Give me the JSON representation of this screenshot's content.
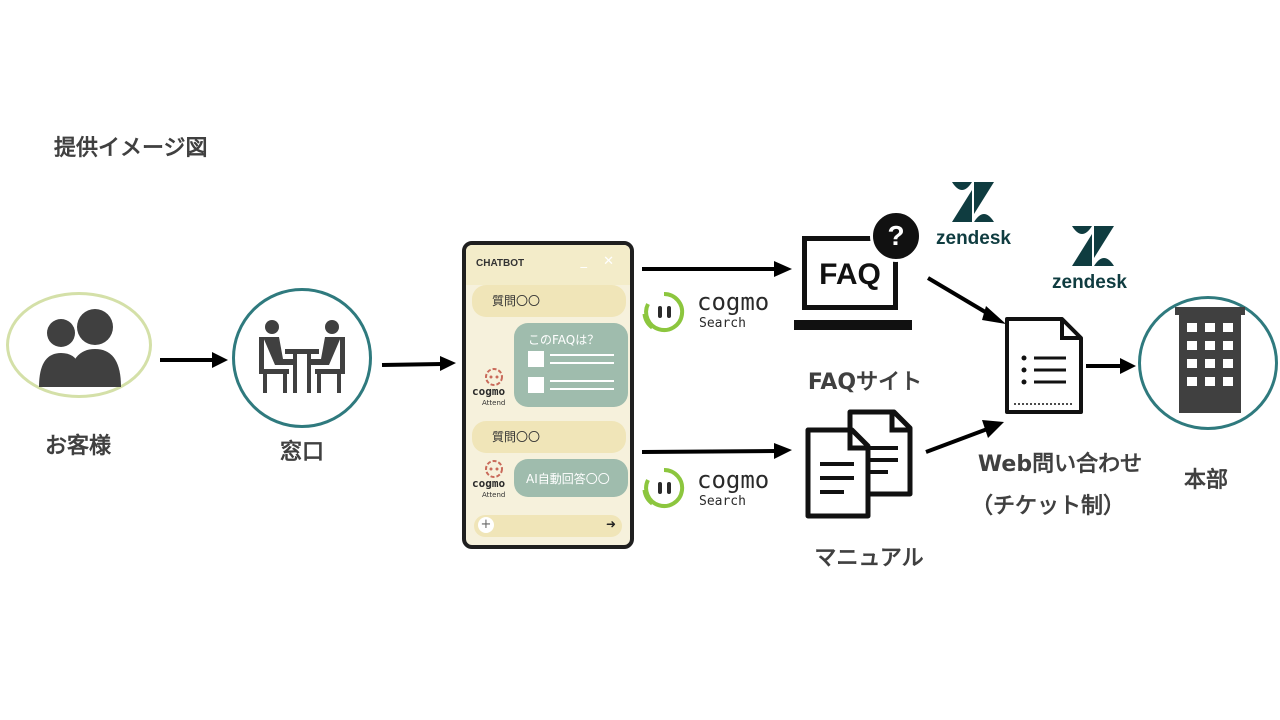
{
  "title": "提供イメージ図",
  "nodes": {
    "customer": "お客様",
    "counter": "窓口",
    "faq_site": "FAQサイト",
    "manual": "マニュアル",
    "web_inquiry_1": "Web問い合わせ",
    "web_inquiry_2": "（チケット制）",
    "headquarters": "本部"
  },
  "chatbot": {
    "header": "CHATBOT",
    "controls": "_ ✕",
    "q1": "質問〇〇",
    "a1": "このFAQは？",
    "q2": "質問〇〇",
    "a2": "AI自動回答〇〇",
    "input_plus": "+",
    "input_send": "➜",
    "attend_brand": "cogmo",
    "attend_sub": "Attend"
  },
  "faq_icon_text": "FAQ",
  "faq_badge": "?",
  "cogmo_search": {
    "brand": "cogmo",
    "sub": "Search"
  },
  "zendesk": {
    "brand": "zendesk"
  },
  "colors": {
    "circle_green": "#d4e0a8",
    "circle_teal": "#2f7a7e",
    "chat_bg": "#f6f1dc",
    "bubble_q": "#f0e5b8",
    "bubble_a": "#9fbcad",
    "zendesk": "#0f3c40",
    "cogmo_green": "#8cc63e"
  }
}
